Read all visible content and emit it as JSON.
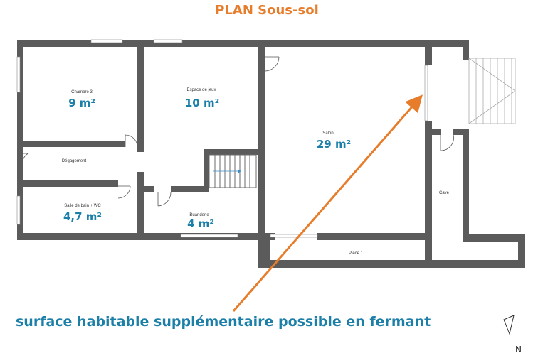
{
  "title": "PLAN Sous-sol",
  "rooms": [
    {
      "label": "Chambre 3",
      "area": "9 m²"
    },
    {
      "label": "Espace de jeux",
      "area": "10 m²"
    },
    {
      "label": "Salon",
      "area": "29 m²"
    },
    {
      "label": "Dégagement",
      "area": ""
    },
    {
      "label": "Salle de bain + WC",
      "area": "4,7 m²"
    },
    {
      "label": "Buanderie",
      "area": "4 m²"
    },
    {
      "label": "Cave",
      "area": ""
    },
    {
      "label": "Pièce 1",
      "area": ""
    }
  ],
  "caption": "surface habitable supplémentaire possible en fermant",
  "compass": {
    "label": "N"
  },
  "colors": {
    "title": "#e77d2b",
    "area": "#1b7fa8",
    "caption": "#1b7fa8",
    "arrow": "#e77d2b",
    "wall": "#5b5b5b"
  }
}
